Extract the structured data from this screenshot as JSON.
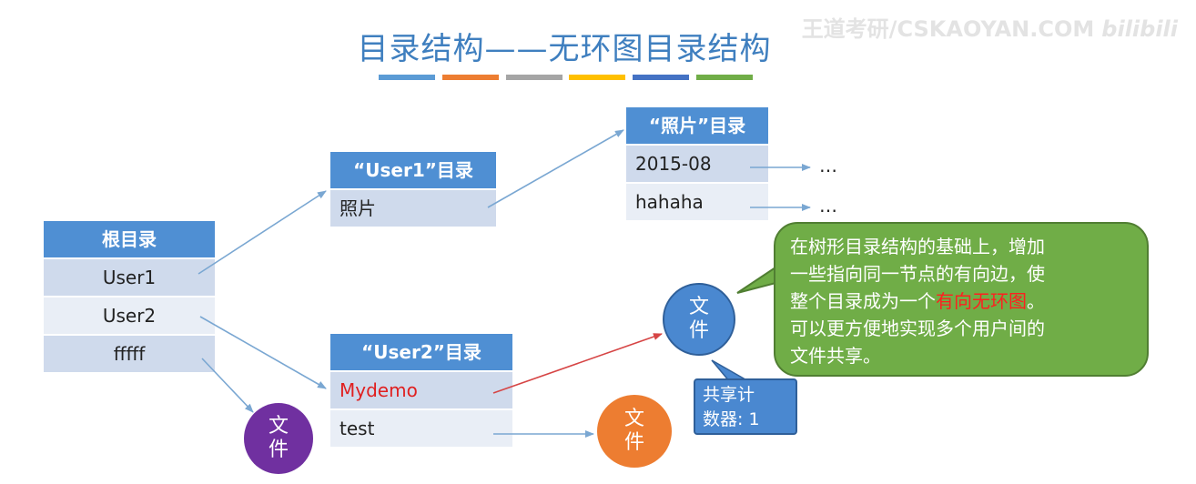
{
  "slide": {
    "title": "目录结构——无环图目录结构",
    "watermark_text": "王道考研/CSKAOYAN.COM",
    "watermark_brand": "bilibili",
    "title_bar_colors": [
      "#5b9bd5",
      "#ed7d31",
      "#a5a5a5",
      "#ffc000",
      "#4472c4",
      "#70ad47"
    ]
  },
  "root_table": {
    "header": "根目录",
    "rows": [
      "User1",
      "User2",
      "fffff"
    ]
  },
  "user1_table": {
    "header": "“User1”目录",
    "rows": [
      "照片"
    ]
  },
  "photo_table": {
    "header": "“照片”目录",
    "rows": [
      "2015-08",
      "hahaha"
    ]
  },
  "user2_table": {
    "header": "“User2”目录",
    "rows": [
      "Mydemo",
      "test"
    ]
  },
  "ellipsis": [
    "…",
    "…"
  ],
  "file_nodes": {
    "purple": "文\n件",
    "orange": "文\n件",
    "blue": "文\n件"
  },
  "callout": {
    "line1": "在树形目录结构的基础上，增加",
    "line2": "一些指向同一节点的有向边，使",
    "line3_before": "整个目录成为一个",
    "line3_highlight": "有向无环图",
    "line3_after": "。",
    "line4": "可以更方便地实现多个用户间的",
    "line5": "文件共享。"
  },
  "share_counter": "共享计\n数器: 1",
  "colors": {
    "header_blue": "#4f8fd3",
    "arrow_blue": "#7aa7d2",
    "arrow_red": "#d64545",
    "mydemo_red": "#e02020",
    "purple": "#7030a0",
    "orange": "#ed7d31",
    "circle_blue": "#4a88d0",
    "callout_green": "#70ad47"
  }
}
